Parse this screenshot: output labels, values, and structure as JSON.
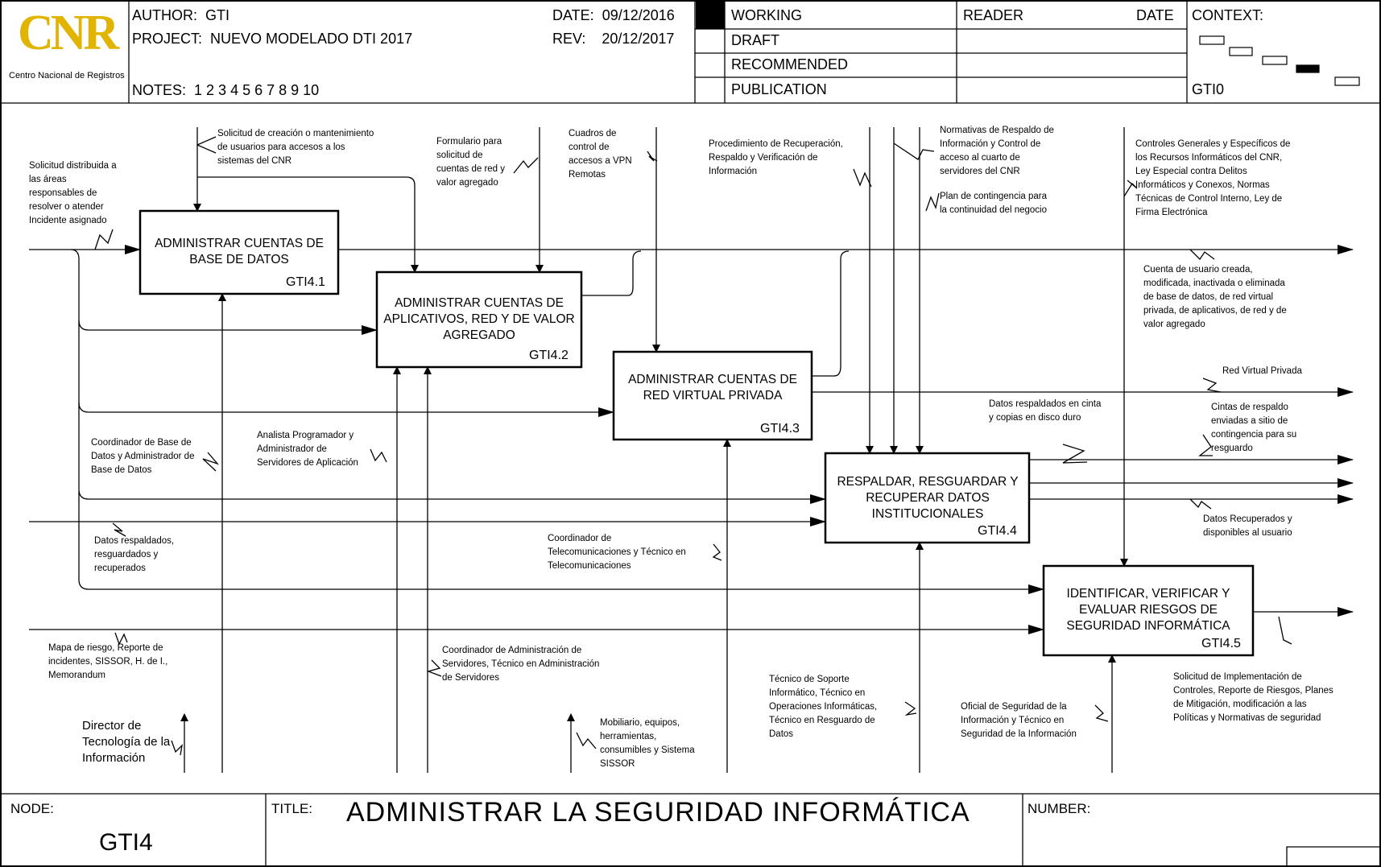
{
  "header": {
    "logo_text": "CNR",
    "logo_subtitle": "Centro Nacional de Registros",
    "author_label": "AUTHOR:",
    "author": "GTI",
    "project_label": "PROJECT:",
    "project": "NUEVO MODELADO DTI 2017",
    "notes_label": "NOTES:",
    "notes": "1 2 3 4 5 6 7 8 9 10",
    "date_label": "DATE:",
    "date": "09/12/2016",
    "rev_label": "REV:",
    "rev": "20/12/2017",
    "status": [
      "WORKING",
      "DRAFT",
      "RECOMMENDED",
      "PUBLICATION"
    ],
    "reader_label": "READER",
    "date2_label": "DATE",
    "context_label": "CONTEXT:",
    "context_node": "GTI0"
  },
  "boxes": [
    {
      "id": "GTI4.1",
      "label": "ADMINISTRAR CUENTAS DE BASE DE DATOS"
    },
    {
      "id": "GTI4.2",
      "label": "ADMINISTRAR CUENTAS DE APLICATIVOS, RED Y DE VALOR AGREGADO"
    },
    {
      "id": "GTI4.3",
      "label": "ADMINISTRAR CUENTAS DE RED VIRTUAL PRIVADA"
    },
    {
      "id": "GTI4.4",
      "label": "RESPALDAR, RESGUARDAR Y RECUPERAR DATOS INSTITUCIONALES"
    },
    {
      "id": "GTI4.5",
      "label": "IDENTIFICAR, VERIFICAR Y EVALUAR RIESGOS DE SEGURIDAD INFORMÁTICA"
    }
  ],
  "labels": {
    "in_solicitud": "Solicitud distribuida a las áreas responsables de resolver o atender Incidente asignado",
    "ctl_creacion": "Solicitud de creación o mantenimiento de usuarios para accesos a los sistemas del CNR",
    "ctl_formulario": "Formulario para solicitud de cuentas de red y valor agregado",
    "ctl_cuadros": "Cuadros de control de accesos a VPN Remotas",
    "ctl_procedimiento": "Procedimiento de Recuperación, Respaldo y Verificación de Información",
    "ctl_normativas": "Normativas de Respaldo de Información y Control de acceso al cuarto de servidores del CNR",
    "ctl_plan": "Plan de contingencia para la continuidad del negocio",
    "ctl_controles": "Controles Generales y Específicos de los Recursos Informáticos del CNR, Ley Especial contra Delitos Informáticos y Conexos, Normas Técnicas de Control Interno, Ley de Firma Electrónica",
    "out_cuenta": "Cuenta de usuario creada, modificada, inactivada o eliminada de base de datos, de red virtual privada, de aplicativos, de red y de valor agregado",
    "out_vpn": "Red Virtual Privada",
    "out_datos_resp": "Datos respaldados en cinta y copias en disco duro",
    "out_cintas": "Cintas de respaldo enviadas a sitio de contingencia para su resguardo",
    "out_recuperados": "Datos Recuperados y disponibles al usuario",
    "mech_coord_bd": "Coordinador de Base de Datos y Administrador de Base de Datos",
    "mech_analista": "Analista Programador y Administrador de Servidores de Aplicación",
    "in_datos_resp": "Datos respaldados, resguardados y recuperados",
    "mech_telecom": "Coordinador de Telecomunicaciones y Técnico en Telecomunicaciones",
    "in_mapa": "Mapa de riesgo, Reporte de incidentes, SISSOR, H. de I., Memorandum",
    "mech_servidores": "Coordinador de Administración de Servidores, Técnico en Administración de Servidores",
    "mech_director": "Director de Tecnología de la Información",
    "mech_mobiliario": "Mobiliario, equipos, herramientas, consumibles y Sistema SISSOR",
    "mech_soporte": "Técnico de Soporte Informático, Técnico en Operaciones Informáticas, Técnico en Resguardo de Datos",
    "mech_oficial": "Oficial de Seguridad de la Información y Técnico en Seguridad de la Información",
    "out_solicitud_impl": "Solicitud de Implementación de Controles, Reporte de Riesgos, Planes de Mitigación, modificación a las Políticas y Normativas de seguridad"
  },
  "footer": {
    "node_label": "NODE:",
    "node": "GTI4",
    "title_label": "TITLE:",
    "title": "ADMINISTRAR LA SEGURIDAD INFORMÁTICA",
    "number_label": "NUMBER:"
  }
}
